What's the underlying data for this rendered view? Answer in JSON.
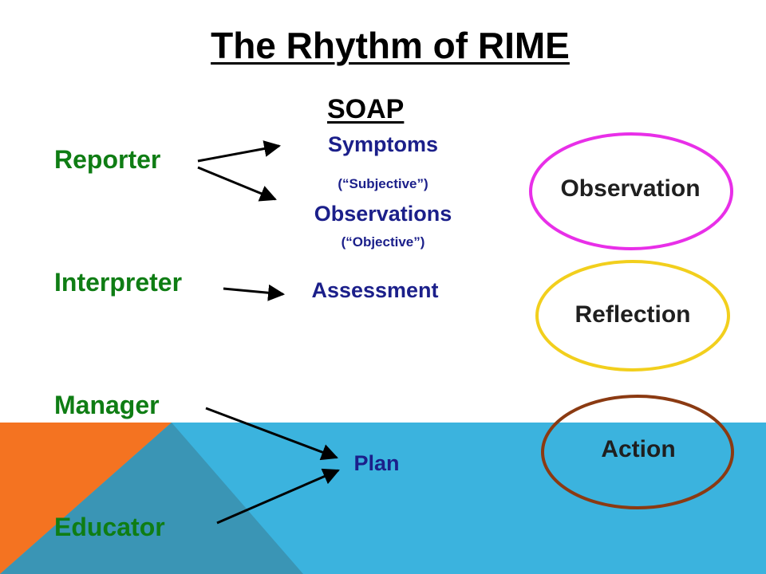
{
  "title": "The Rhythm of RIME",
  "soap_header": "SOAP",
  "roles": {
    "reporter": "Reporter",
    "interpreter": "Interpreter",
    "manager": "Manager",
    "educator": "Educator"
  },
  "soap_items": {
    "symptoms": "Symptoms",
    "subjective": "(“Subjective”)",
    "observations": "Observations",
    "objective": "(“Objective”)",
    "assessment": "Assessment",
    "plan": "Plan"
  },
  "circles": {
    "observation": "Observation",
    "reflection": "Reflection",
    "action": "Action"
  },
  "colors": {
    "role_text": "#0f7d14",
    "soap_text": "#1b1f8a",
    "observation_ring": "#e82fe8",
    "reflection_ring": "#f2cf1d",
    "action_ring": "#8b3a12",
    "band_blue": "#3bb3de",
    "triangle_orange": "#f47321",
    "triangle_teal": "#3a95b5"
  }
}
